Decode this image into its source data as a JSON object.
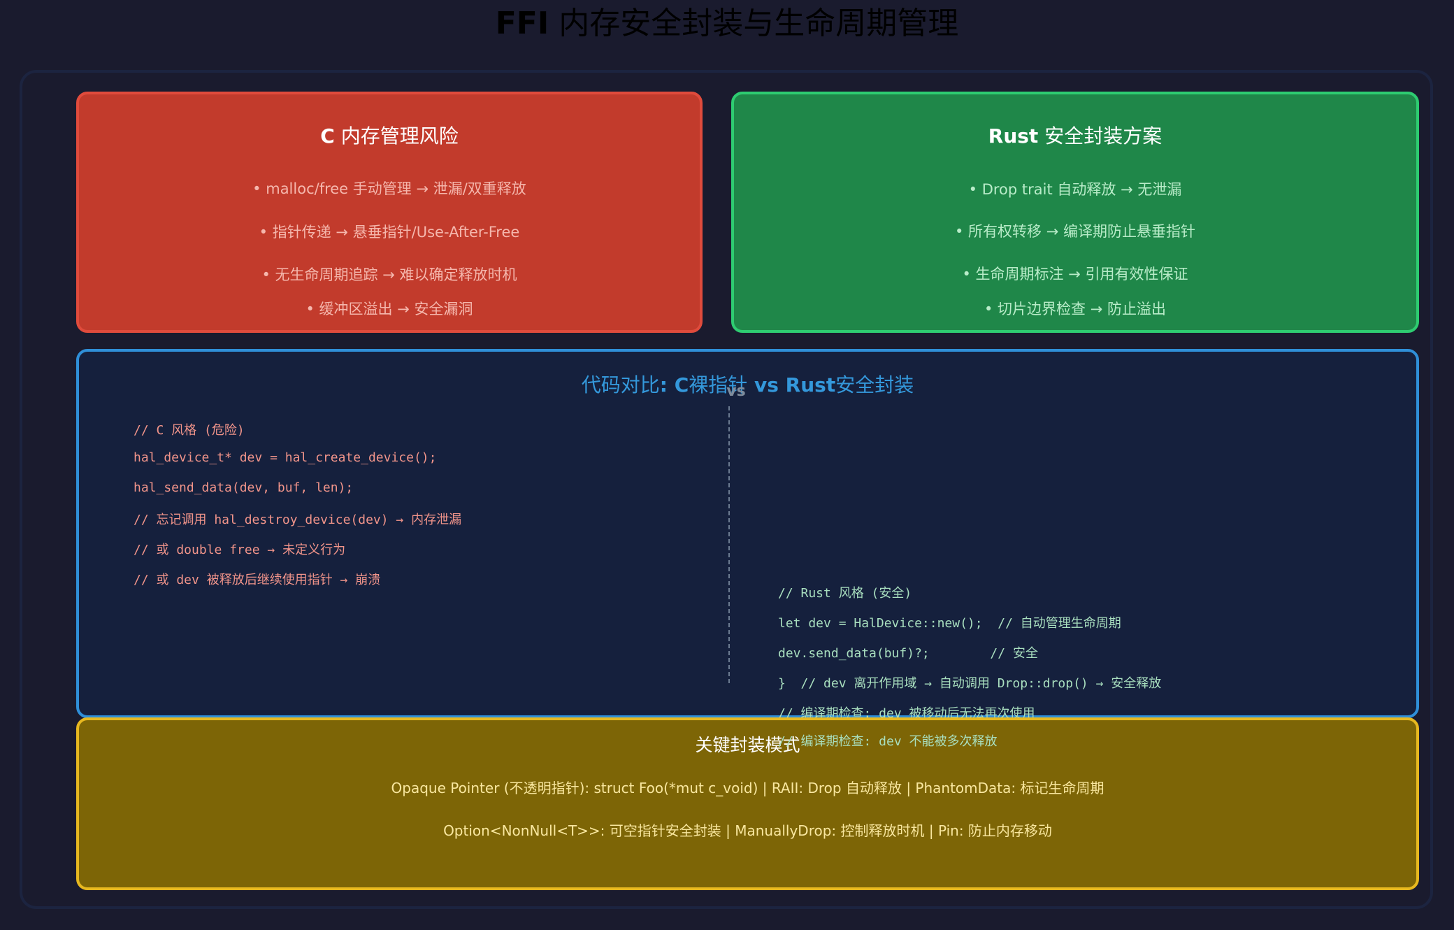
{
  "title": {
    "bold": "FFI",
    "rest": " 内存安全封装与生命周期管理"
  },
  "risk": {
    "title_bold": "C",
    "title_rest": " 内存管理风险",
    "items": [
      "• malloc/free 手动管理 → 泄漏/双重释放",
      "• 指针传递 → 悬垂指针/Use-After-Free",
      "• 无生命周期追踪 → 难以确定释放时机",
      "• 缓冲区溢出 → 安全漏洞"
    ]
  },
  "safe": {
    "title_bold": "Rust",
    "title_rest": " 安全封装方案",
    "items": [
      "• Drop trait 自动释放 → 无泄漏",
      "• 所有权转移 → 编译期防止悬垂指针",
      "• 生命周期标注 → 引用有效性保证",
      "• 切片边界检查 → 防止溢出"
    ]
  },
  "code": {
    "title_p1": "代码对比",
    "title_p2": ": C",
    "title_p3": "裸指针",
    "title_p4": " vs Rust",
    "title_p5": "安全封装",
    "vs": "vs",
    "c_lines": [
      "// C 风格 (危险)",
      "hal_device_t* dev = hal_create_device();",
      "hal_send_data(dev, buf, len);",
      "// 忘记调用 hal_destroy_device(dev) → 内存泄漏",
      "// 或 double free → 未定义行为",
      "// 或 dev 被释放后继续使用指针 → 崩溃"
    ],
    "rust_lines": [
      "// Rust 风格 (安全)",
      "let dev = HalDevice::new();  // 自动管理生命周期",
      "dev.send_data(buf)?;        // 安全",
      "}  // dev 离开作用域 → 自动调用 Drop::drop() → 安全释放",
      "// 编译期检查: dev 被移动后无法再次使用",
      "// 编译期检查: dev 不能被多次释放"
    ]
  },
  "key": {
    "title": "关键封装模式",
    "lines": [
      "Opaque Pointer (不透明指针): struct Foo(*mut c_void) | RAII: Drop 自动释放 | PhantomData: 标记生命周期",
      "Option<NonNull<T>>: 可空指针安全封装 | ManuallyDrop: 控制释放时机 | Pin: 防止内存移动"
    ]
  },
  "colors": {
    "background": "#1a1b2e",
    "risk_fill": "#c23b2c",
    "safe_fill": "#1f8749",
    "code_border": "#2f8fd8",
    "key_fill": "#7d6506"
  }
}
